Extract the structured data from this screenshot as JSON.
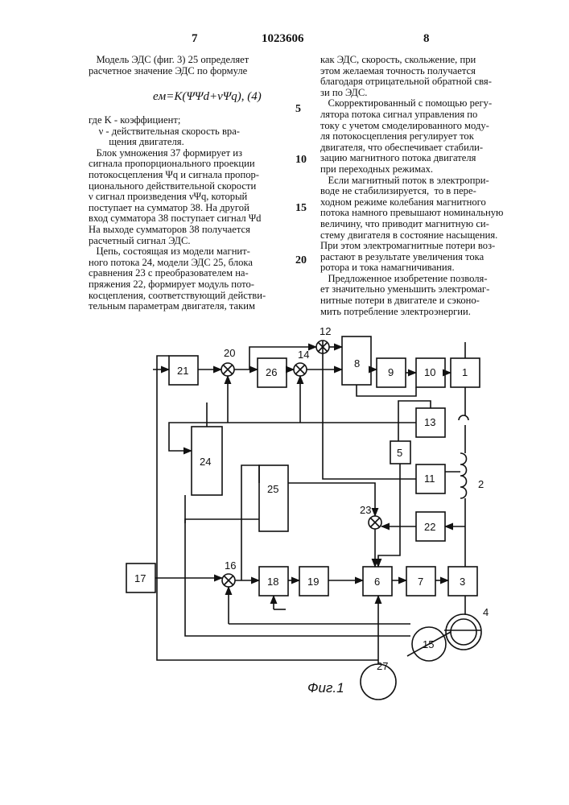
{
  "header": {
    "page_left": "7",
    "patent_number": "1023606",
    "page_right": "8"
  },
  "left_column": {
    "intro_lines": [
      "   Модель ЭДС (фиг. 3) 25 определяет",
      "расчетное значение ЭДС по формуле"
    ],
    "formula": "eм=K(ΨΨd+νΨq), (4)",
    "body_lines": [
      "где K - коэффициент;",
      "    ν - действительная скорость вра-",
      "        щения двигателя.",
      "   Блок умножения 37 формирует из",
      "сигнала пропорционального проекции",
      "потокосцепления Ψq и сигнала пропор-",
      "ционального действительной скорости",
      "ν сигнал произведения νΨq, который",
      "поступает на сумматор 38. На другой",
      "вход сумматора 38 поступает сигнал Ψd",
      "На выходе сумматоров 38 получается",
      "расчетный сигнал ЭДС.",
      "   Цепь, состоящая из модели магнит-",
      "ного потока 24, модели ЭДС 25, блока",
      "сравнения 23 с преобразователем на-",
      "пряжения 22, формирует модуль пото-",
      "косцепления, соответствующий действи-",
      "тельным параметрам двигателя, таким"
    ]
  },
  "right_column": {
    "lines": [
      "как ЭДС, скорость, скольжение, при",
      "этом желаемая точность получается",
      "благодаря отрицательной обратной свя-",
      "зи по ЭДС.",
      "   Скорректированный с помощью регу-",
      "лятора потока сигнал управления по",
      "току с учетом смоделированного моду-",
      "ля потокосцепления регулирует ток",
      "двигателя, что обеспечивает стабили-",
      "зацию магнитного потока двигателя",
      "при переходных режимах.",
      "",
      "   Если магнитный поток в электропри-",
      "воде не стабилизируется,  то в пере-",
      "ходном режиме колебания магнитного",
      "потока намного превышают номинальную",
      "величину, что приводит магнитную си-",
      "стему двигателя в состояние насыщения.",
      "При этом электромагнитные потери воз-",
      "растают в результате увеличения тока",
      "ротора и тока намагничивания.",
      "   Предложенное изобретение позволя-",
      "ет значительно уменьшить электромаг-",
      "нитные потери в двигателе и сэконо-",
      "мить потребление электроэнергии."
    ]
  },
  "line_numbers": [
    "5",
    "10",
    "15",
    "20"
  ],
  "diagram": {
    "caption": "Фиг.1",
    "block_labels": {
      "b1": "1",
      "b2": "2",
      "b3": "3",
      "b4": "4",
      "b5": "5",
      "b6": "6",
      "b7": "7",
      "b8": "8",
      "b9": "9",
      "b10": "10",
      "b11": "11",
      "b12": "12",
      "b13": "13",
      "b14": "14",
      "b15": "15",
      "b16": "16",
      "b17": "17",
      "b18": "18",
      "b19": "19",
      "b20": "20",
      "b21": "21",
      "b22": "22",
      "b23": "23",
      "b24": "24",
      "b25": "25",
      "b26": "26",
      "b27": "27"
    }
  }
}
